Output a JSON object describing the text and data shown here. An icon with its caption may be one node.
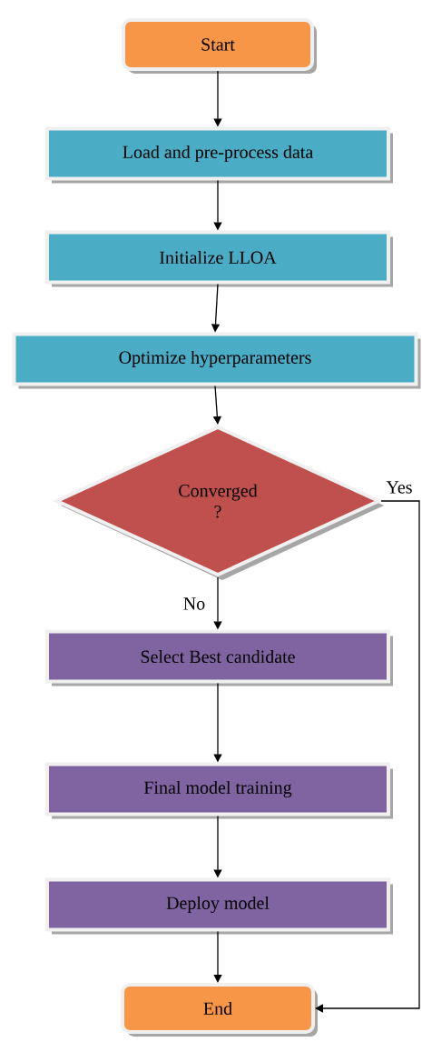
{
  "diagram": {
    "nodes": [
      {
        "text": [
          "Start"
        ]
      },
      {
        "text": [
          "Load and pre-process data"
        ]
      },
      {
        "text": [
          "Initialize LLOA"
        ]
      },
      {
        "text": [
          "Optimize hyperparameters"
        ]
      },
      {
        "text": [
          "Converged ?"
        ]
      },
      {
        "text": [
          "Select Best candidate"
        ]
      },
      {
        "text": [
          "Final model training"
        ]
      },
      {
        "text": [
          "Deploy model"
        ]
      },
      {
        "text": [
          "End"
        ]
      }
    ],
    "edges": [
      {
        "from": 0,
        "to": 1,
        "arrow": "to"
      },
      {
        "from": 1,
        "to": 2,
        "arrow": "to"
      },
      {
        "from": 2,
        "to": 3,
        "arrow": "to"
      },
      {
        "from": 3,
        "to": 4,
        "arrow": "to"
      },
      {
        "from": 4,
        "to": 5,
        "arrow": "to",
        "label": "No"
      },
      {
        "from": 4,
        "to": 8,
        "arrow": "to",
        "label": "Yes"
      },
      {
        "from": 5,
        "to": 6,
        "arrow": "to"
      },
      {
        "from": 6,
        "to": 7,
        "arrow": "to"
      },
      {
        "from": 7,
        "to": 8,
        "arrow": "to"
      }
    ]
  }
}
